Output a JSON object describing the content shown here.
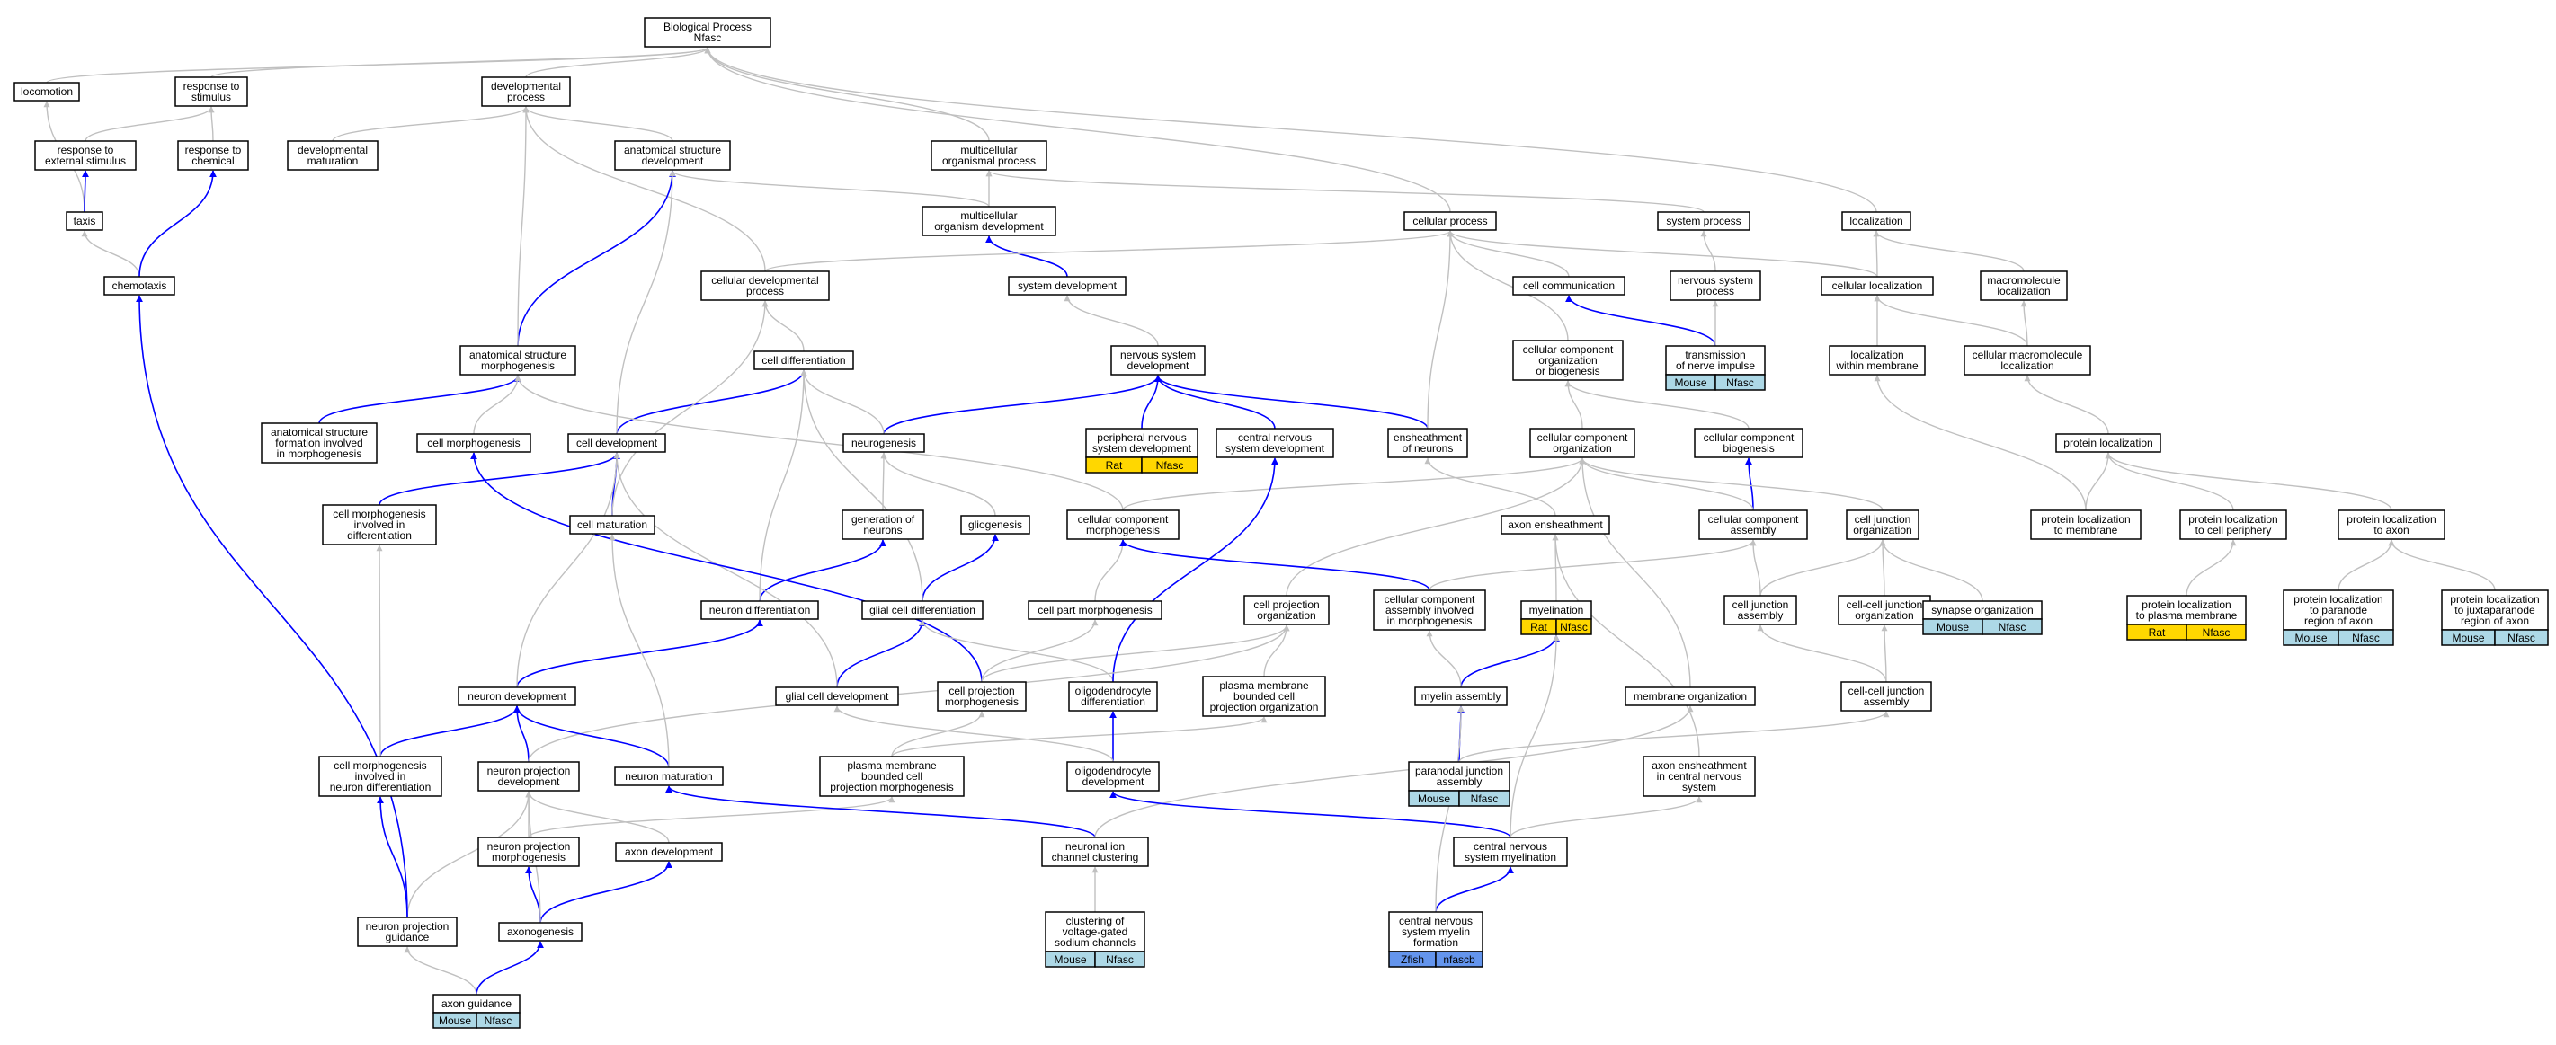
{
  "diagram": {
    "colors": {
      "gray_edge": "#c0c0c0",
      "blue_edge": "#0000ff",
      "node_border": "#000000",
      "mouse": "#add8e6",
      "rat": "#ffd700",
      "zfish": "#6495ed"
    },
    "nodes": {
      "bp": {
        "lines": [
          "Biological Process",
          "Nfasc"
        ]
      },
      "loco": {
        "lines": [
          "locomotion"
        ]
      },
      "rts": {
        "lines": [
          "response to",
          "stimulus"
        ]
      },
      "dev": {
        "lines": [
          "developmental",
          "process"
        ]
      },
      "rtes": {
        "lines": [
          "response to",
          "external stimulus"
        ]
      },
      "rtc": {
        "lines": [
          "response to",
          "chemical"
        ]
      },
      "dmat": {
        "lines": [
          "developmental",
          "maturation"
        ]
      },
      "asd": {
        "lines": [
          "anatomical structure",
          "development"
        ]
      },
      "mop": {
        "lines": [
          "multicellular",
          "organismal process"
        ]
      },
      "taxis": {
        "lines": [
          "taxis"
        ]
      },
      "mod": {
        "lines": [
          "multicellular",
          "organism development"
        ]
      },
      "cp": {
        "lines": [
          "cellular process"
        ]
      },
      "sp": {
        "lines": [
          "system process"
        ]
      },
      "loc": {
        "lines": [
          "localization"
        ]
      },
      "chemo": {
        "lines": [
          "chemotaxis"
        ]
      },
      "cdp": {
        "lines": [
          "cellular developmental",
          "process"
        ]
      },
      "sd": {
        "lines": [
          "system development"
        ]
      },
      "cc": {
        "lines": [
          "cell communication"
        ]
      },
      "nsp": {
        "lines": [
          "nervous system",
          "process"
        ]
      },
      "cl": {
        "lines": [
          "cellular localization"
        ]
      },
      "ml": {
        "lines": [
          "macromolecule",
          "localization"
        ]
      },
      "asm": {
        "lines": [
          "anatomical structure",
          "morphogenesis"
        ]
      },
      "cdiff": {
        "lines": [
          "cell differentiation"
        ]
      },
      "nsd": {
        "lines": [
          "nervous system",
          "development"
        ]
      },
      "ccob": {
        "lines": [
          "cellular component",
          "organization",
          "or biogenesis"
        ]
      },
      "tni": {
        "lines": [
          "transmission",
          "of nerve impulse"
        ],
        "species": [
          "Mouse",
          "Nfasc"
        ]
      },
      "lwm": {
        "lines": [
          "localization",
          "within membrane"
        ]
      },
      "cml": {
        "lines": [
          "cellular macromolecule",
          "localization"
        ]
      },
      "asfm": {
        "lines": [
          "anatomical structure",
          "formation involved",
          "in morphogenesis"
        ]
      },
      "cm": {
        "lines": [
          "cell morphogenesis"
        ]
      },
      "cdev": {
        "lines": [
          "cell development"
        ]
      },
      "neuro": {
        "lines": [
          "neurogenesis"
        ]
      },
      "pnsd": {
        "lines": [
          "peripheral nervous",
          "system development"
        ],
        "species": [
          "Rat",
          "Nfasc"
        ]
      },
      "cnsd": {
        "lines": [
          "central nervous",
          "system development"
        ]
      },
      "eon": {
        "lines": [
          "ensheathment",
          "of neurons"
        ]
      },
      "cco": {
        "lines": [
          "cellular component",
          "organization"
        ]
      },
      "ccb": {
        "lines": [
          "cellular component",
          "biogenesis"
        ]
      },
      "pl": {
        "lines": [
          "protein localization"
        ]
      },
      "cmid": {
        "lines": [
          "cell morphogenesis",
          "involved in",
          "differentiation"
        ]
      },
      "cmat": {
        "lines": [
          "cell maturation"
        ]
      },
      "gon": {
        "lines": [
          "generation of",
          "neurons"
        ]
      },
      "glio": {
        "lines": [
          "gliogenesis"
        ]
      },
      "ccm": {
        "lines": [
          "cellular component",
          "morphogenesis"
        ]
      },
      "ae": {
        "lines": [
          "axon ensheathment"
        ]
      },
      "cca": {
        "lines": [
          "cellular component",
          "assembly"
        ]
      },
      "cjo": {
        "lines": [
          "cell junction",
          "organization"
        ]
      },
      "pltm": {
        "lines": [
          "protein localization",
          "to membrane"
        ]
      },
      "pltcp": {
        "lines": [
          "protein localization",
          "to cell periphery"
        ]
      },
      "plta": {
        "lines": [
          "protein localization",
          "to axon"
        ]
      },
      "ndiff": {
        "lines": [
          "neuron differentiation"
        ]
      },
      "gcdiff": {
        "lines": [
          "glial cell differentiation"
        ]
      },
      "cpm": {
        "lines": [
          "cell part morphogenesis"
        ]
      },
      "cpo": {
        "lines": [
          "cell projection",
          "organization"
        ]
      },
      "ccaim": {
        "lines": [
          "cellular component",
          "assembly involved",
          "in morphogenesis"
        ]
      },
      "myel": {
        "lines": [
          "myelination"
        ],
        "species": [
          "Rat",
          "Nfasc"
        ]
      },
      "cja": {
        "lines": [
          "cell junction",
          "assembly"
        ]
      },
      "ccjo": {
        "lines": [
          "cell-cell junction",
          "organization"
        ]
      },
      "syno": {
        "lines": [
          "synapse organization"
        ],
        "species": [
          "Mouse",
          "Nfasc"
        ]
      },
      "pltpm": {
        "lines": [
          "protein localization",
          "to plasma membrane"
        ],
        "species": [
          "Rat",
          "Nfasc"
        ]
      },
      "pltpr": {
        "lines": [
          "protein localization",
          "to paranode",
          "region of axon"
        ],
        "species": [
          "Mouse",
          "Nfasc"
        ]
      },
      "pltjr": {
        "lines": [
          "protein localization",
          "to juxtaparanode",
          "region of axon"
        ],
        "species": [
          "Mouse",
          "Nfasc"
        ]
      },
      "gcd": {
        "lines": [
          "glial cell development"
        ]
      },
      "cpmorph": {
        "lines": [
          "cell projection",
          "morphogenesis"
        ]
      },
      "odiff": {
        "lines": [
          "oligodendrocyte",
          "differentiation"
        ]
      },
      "pmbcpo": {
        "lines": [
          "plasma membrane",
          "bounded cell",
          "projection organization"
        ]
      },
      "ndev": {
        "lines": [
          "neuron development"
        ]
      },
      "ma": {
        "lines": [
          "myelin assembly"
        ]
      },
      "mo": {
        "lines": [
          "membrane organization"
        ]
      },
      "ccja": {
        "lines": [
          "cell-cell junction",
          "assembly"
        ]
      },
      "cmind": {
        "lines": [
          "cell morphogenesis",
          "involved in",
          "neuron differentiation"
        ]
      },
      "npd": {
        "lines": [
          "neuron projection",
          "development"
        ]
      },
      "nmat": {
        "lines": [
          "neuron maturation"
        ]
      },
      "pmbcpm": {
        "lines": [
          "plasma membrane",
          "bounded cell",
          "projection morphogenesis"
        ]
      },
      "odev": {
        "lines": [
          "oligodendrocyte",
          "development"
        ]
      },
      "pja": {
        "lines": [
          "paranodal junction",
          "assembly"
        ],
        "species": [
          "Mouse",
          "Nfasc"
        ]
      },
      "aecns": {
        "lines": [
          "axon ensheathment",
          "in central nervous",
          "system"
        ]
      },
      "npm": {
        "lines": [
          "neuron projection",
          "morphogenesis"
        ]
      },
      "adev": {
        "lines": [
          "axon development"
        ]
      },
      "nicc": {
        "lines": [
          "neuronal ion",
          "channel clustering"
        ]
      },
      "cnsm": {
        "lines": [
          "central nervous",
          "system myelination"
        ]
      },
      "npg": {
        "lines": [
          "neuron projection",
          "guidance"
        ]
      },
      "axo": {
        "lines": [
          "axonogenesis"
        ]
      },
      "cvgsc": {
        "lines": [
          "clustering of",
          "voltage-gated",
          "sodium channels"
        ],
        "species": [
          "Mouse",
          "Nfasc"
        ]
      },
      "cnsmf": {
        "lines": [
          "central nervous",
          "system myelin",
          "formation"
        ],
        "species": [
          "Zfish",
          "nfascb"
        ]
      },
      "ag": {
        "lines": [
          "axon guidance"
        ],
        "species": [
          "Mouse",
          "Nfasc"
        ]
      }
    }
  }
}
